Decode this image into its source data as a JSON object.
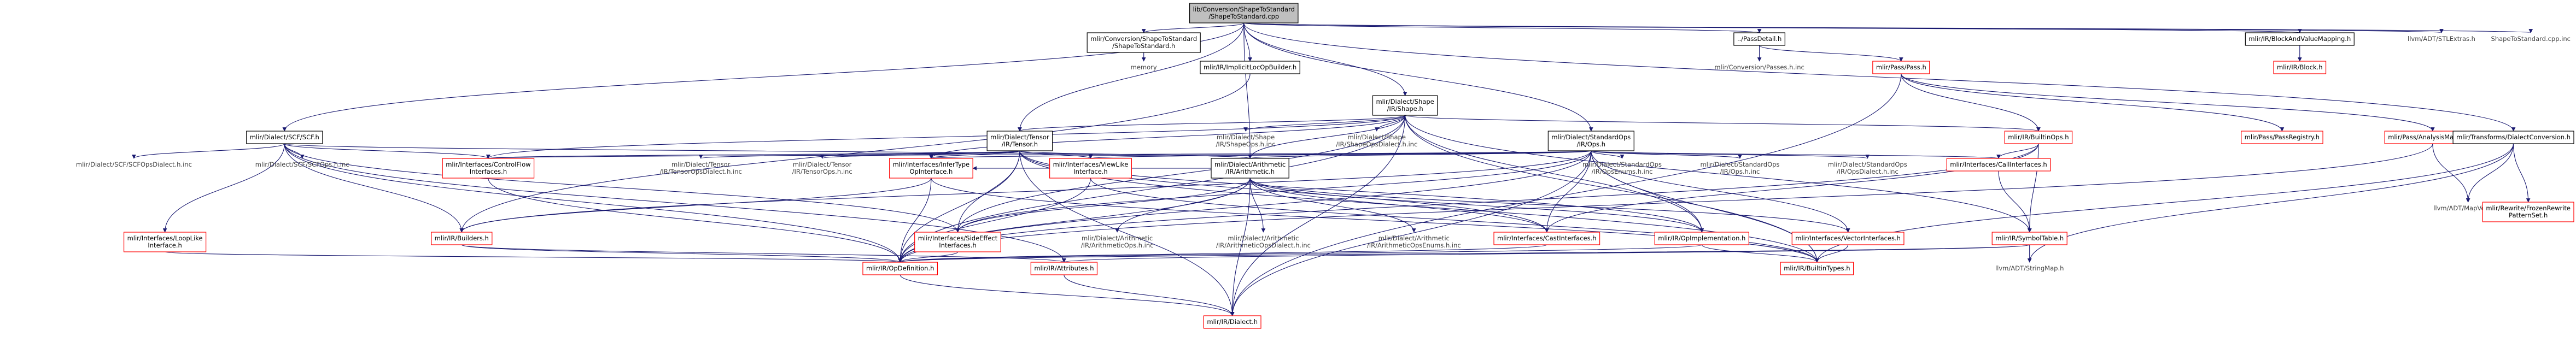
{
  "colors": {
    "edge": "#191970",
    "root_fill": "#bfbfbf",
    "root_stroke": "#000000",
    "doc_stroke": "#000000",
    "missing_stroke": "#bfbfbf",
    "red_stroke": "#ff0000",
    "text": "#000000",
    "muted_text": "#404040"
  },
  "nodes": [
    {
      "id": "root",
      "lines": [
        "lib/Conversion/ShapeToStandard",
        "/ShapeToStandard.cpp"
      ],
      "kind": "root",
      "col": 1398,
      "row": 0
    },
    {
      "id": "stdconv",
      "lines": [
        "mlir/Conversion/ShapeToStandard",
        "/ShapeToStandard.h"
      ],
      "kind": "doc",
      "col": 1285,
      "row": 1
    },
    {
      "id": "memory",
      "lines": [
        "memory"
      ],
      "kind": "missing",
      "col": 1285,
      "row": 2
    },
    {
      "id": "implicitloc",
      "lines": [
        "mlir/IR/ImplicitLocOpBuilder.h"
      ],
      "kind": "doc",
      "col": 1405,
      "row": 2
    },
    {
      "id": "shape",
      "lines": [
        "mlir/Dialect/Shape",
        "/IR/Shape.h"
      ],
      "kind": "doc",
      "col": 1580,
      "row": 3
    },
    {
      "id": "passdetail",
      "lines": [
        "../PassDetail.h"
      ],
      "kind": "doc",
      "col": 1980,
      "row": 1
    },
    {
      "id": "convpasses",
      "lines": [
        "mlir/Conversion/Passes.h.inc"
      ],
      "kind": "missing",
      "col": 1980,
      "row": 2
    },
    {
      "id": "pass",
      "lines": [
        "mlir/Pass/Pass.h"
      ],
      "kind": "red",
      "col": 2140,
      "row": 2
    },
    {
      "id": "blockvalue",
      "lines": [
        "mlir/IR/BlockAndValueMapping.h"
      ],
      "kind": "doc",
      "col": 2590,
      "row": 1
    },
    {
      "id": "irblock",
      "lines": [
        "mlir/IR/Block.h"
      ],
      "kind": "red",
      "col": 2590,
      "row": 2
    },
    {
      "id": "stlextras",
      "lines": [
        "llvm/ADT/STLExtras.h"
      ],
      "kind": "missing",
      "col": 2750,
      "row": 1
    },
    {
      "id": "stdcppinc",
      "lines": [
        "ShapeToStandard.cpp.inc"
      ],
      "kind": "missing",
      "col": 2880,
      "row": 1
    },
    {
      "id": "scf",
      "lines": [
        "mlir/Dialect/SCF/SCF.h"
      ],
      "kind": "doc",
      "col": 315,
      "row": 4
    },
    {
      "id": "tensor",
      "lines": [
        "mlir/Dialect/Tensor",
        "/IR/Tensor.h"
      ],
      "kind": "doc",
      "col": 1145,
      "row": 4
    },
    {
      "id": "shapeops",
      "lines": [
        "mlir/Dialect/Shape",
        "/IR/ShapeOps.h.inc"
      ],
      "kind": "missing",
      "col": 1400,
      "row": 4
    },
    {
      "id": "shapeopsdialect",
      "lines": [
        "mlir/Dialect/Shape",
        "/IR/ShapeOpsDialect.h.inc"
      ],
      "kind": "missing",
      "col": 1548,
      "row": 4
    },
    {
      "id": "stdops",
      "lines": [
        "mlir/Dialect/StandardOps",
        "/IR/Ops.h"
      ],
      "kind": "doc",
      "col": 1790,
      "row": 4
    },
    {
      "id": "builtinops",
      "lines": [
        "mlir/IR/BuiltinOps.h"
      ],
      "kind": "red",
      "col": 2295,
      "row": 4
    },
    {
      "id": "passregistry",
      "lines": [
        "mlir/Pass/PassRegistry.h"
      ],
      "kind": "red",
      "col": 2570,
      "row": 4
    },
    {
      "id": "analysismgr",
      "lines": [
        "mlir/Pass/AnalysisManager.h"
      ],
      "kind": "red",
      "col": 2740,
      "row": 4
    },
    {
      "id": "dialectconv",
      "lines": [
        "mlir/Transforms/DialectConversion.h"
      ],
      "kind": "doc",
      "col": 2980,
      "row": 4
    },
    {
      "id": "scfopsdialect",
      "lines": [
        "mlir/Dialect/SCF/SCFOpsDialect.h.inc"
      ],
      "kind": "missing",
      "col": 145,
      "row": 5
    },
    {
      "id": "scfops",
      "lines": [
        "mlir/Dialect/SCF/SCFOps.h.inc"
      ],
      "kind": "missing",
      "col": 335,
      "row": 5
    },
    {
      "id": "controlflow",
      "lines": [
        "mlir/Interfaces/ControlFlow",
        "Interfaces.h"
      ],
      "kind": "red",
      "col": 545,
      "row": 5
    },
    {
      "id": "tensoropsdialect",
      "lines": [
        "mlir/Dialect/Tensor",
        "/IR/TensorOpsDialect.h.inc"
      ],
      "kind": "missing",
      "col": 785,
      "row": 5
    },
    {
      "id": "tensoropsinc",
      "lines": [
        "mlir/Dialect/Tensor",
        "/IR/TensorOps.h.inc"
      ],
      "kind": "missing",
      "col": 922,
      "row": 5
    },
    {
      "id": "infertype",
      "lines": [
        "mlir/Interfaces/InferType",
        "OpInterface.h"
      ],
      "kind": "red",
      "col": 1045,
      "row": 5
    },
    {
      "id": "viewlike",
      "lines": [
        "mlir/Interfaces/ViewLike",
        "Interface.h"
      ],
      "kind": "red",
      "col": 1225,
      "row": 5
    },
    {
      "id": "arith",
      "lines": [
        "mlir/Dialect/Arithmetic",
        "/IR/Arithmetic.h"
      ],
      "kind": "doc",
      "col": 1405,
      "row": 5
    },
    {
      "id": "stdopsenums",
      "lines": [
        "mlir/Dialect/StandardOps",
        "/IR/OpsEnums.h.inc"
      ],
      "kind": "missing",
      "col": 1825,
      "row": 5
    },
    {
      "id": "stdopsinc",
      "lines": [
        "mlir/Dialect/StandardOps",
        "/IR/Ops.h.inc"
      ],
      "kind": "missing",
      "col": 1958,
      "row": 5
    },
    {
      "id": "stdopsdialect",
      "lines": [
        "mlir/Dialect/StandardOps",
        "/IR/OpsDialect.h.inc"
      ],
      "kind": "missing",
      "col": 2102,
      "row": 5
    },
    {
      "id": "callinterfaces",
      "lines": [
        "mlir/Interfaces/CallInterfaces.h"
      ],
      "kind": "red",
      "col": 2250,
      "row": 5
    },
    {
      "id": "mapvector",
      "lines": [
        "llvm/ADT/MapVector.h"
      ],
      "kind": "missing",
      "col": 2780,
      "row": 6
    },
    {
      "id": "frozenpatterns",
      "lines": [
        "mlir/Rewrite/FrozenRewrite",
        "PatternSet.h"
      ],
      "kind": "red",
      "col": 2985,
      "row": 6
    },
    {
      "id": "looplike",
      "lines": [
        "mlir/Interfaces/LoopLike",
        "Interface.h"
      ],
      "kind": "red",
      "col": 180,
      "row": 7
    },
    {
      "id": "builders",
      "lines": [
        "mlir/IR/Builders.h"
      ],
      "kind": "red",
      "col": 515,
      "row": 7
    },
    {
      "id": "sideeffect",
      "lines": [
        "mlir/Interfaces/SideEffect",
        "Interfaces.h"
      ],
      "kind": "red",
      "col": 1075,
      "row": 7
    },
    {
      "id": "arithops",
      "lines": [
        "mlir/Dialect/Arithmetic",
        "/IR/ArithmeticOps.h.inc"
      ],
      "kind": "missing",
      "col": 1255,
      "row": 7
    },
    {
      "id": "arithopsdialect",
      "lines": [
        "mlir/Dialect/Arithmetic",
        "/IR/ArithmeticOpsDialect.h.inc"
      ],
      "kind": "missing",
      "col": 1420,
      "row": 7
    },
    {
      "id": "arithopsenums",
      "lines": [
        "mlir/Dialect/Arithmetic",
        "/IR/ArithmeticOpsEnums.h.inc"
      ],
      "kind": "missing",
      "col": 1590,
      "row": 7
    },
    {
      "id": "castinterfaces",
      "lines": [
        "mlir/Interfaces/CastInterfaces.h"
      ],
      "kind": "red",
      "col": 1740,
      "row": 7
    },
    {
      "id": "opimpl",
      "lines": [
        "mlir/IR/OpImplementation.h"
      ],
      "kind": "red",
      "col": 1915,
      "row": 7
    },
    {
      "id": "vectorinterfaces",
      "lines": [
        "mlir/Interfaces/VectorInterfaces.h"
      ],
      "kind": "red",
      "col": 2080,
      "row": 7
    },
    {
      "id": "symboltable",
      "lines": [
        "mlir/IR/SymbolTable.h"
      ],
      "kind": "red",
      "col": 2285,
      "row": 7
    },
    {
      "id": "opdefinition",
      "lines": [
        "mlir/IR/OpDefinition.h"
      ],
      "kind": "red",
      "col": 1010,
      "row": 8
    },
    {
      "id": "attributes",
      "lines": [
        "mlir/IR/Attributes.h"
      ],
      "kind": "red",
      "col": 1195,
      "row": 8
    },
    {
      "id": "builtintypes",
      "lines": [
        "mlir/IR/BuiltinTypes.h"
      ],
      "kind": "red",
      "col": 2045,
      "row": 8
    },
    {
      "id": "stringmap",
      "lines": [
        "llvm/ADT/StringMap.h"
      ],
      "kind": "missing",
      "col": 2285,
      "row": 8
    },
    {
      "id": "dialect",
      "lines": [
        "mlir/IR/Dialect.h"
      ],
      "kind": "red",
      "col": 1385,
      "row": 9
    }
  ],
  "edges": [
    [
      "root",
      "stdconv"
    ],
    [
      "root",
      "implicitloc"
    ],
    [
      "root",
      "shape"
    ],
    [
      "root",
      "tensor"
    ],
    [
      "root",
      "stdops"
    ],
    [
      "root",
      "arith"
    ],
    [
      "root",
      "scf"
    ],
    [
      "root",
      "passdetail"
    ],
    [
      "root",
      "blockvalue"
    ],
    [
      "root",
      "stlextras"
    ],
    [
      "root",
      "stdcppinc"
    ],
    [
      "root",
      "dialectconv"
    ],
    [
      "stdconv",
      "memory"
    ],
    [
      "implicitloc",
      "builders"
    ],
    [
      "passdetail",
      "convpasses"
    ],
    [
      "passdetail",
      "pass"
    ],
    [
      "pass",
      "passregistry"
    ],
    [
      "pass",
      "analysismgr"
    ],
    [
      "pass",
      "builtinops"
    ],
    [
      "pass",
      "dialect"
    ],
    [
      "blockvalue",
      "irblock"
    ],
    [
      "shape",
      "shapeops"
    ],
    [
      "shape",
      "shapeopsdialect"
    ],
    [
      "shape",
      "builtinops"
    ],
    [
      "shape",
      "tensor"
    ],
    [
      "shape",
      "controlflow"
    ],
    [
      "shape",
      "infertype"
    ],
    [
      "shape",
      "sideeffect"
    ],
    [
      "shape",
      "opdefinition"
    ],
    [
      "shape",
      "opimpl"
    ],
    [
      "shape",
      "symboltable"
    ],
    [
      "shape",
      "builtintypes"
    ],
    [
      "shape",
      "arith"
    ],
    [
      "shape",
      "dialect"
    ],
    [
      "scf",
      "scfopsdialect"
    ],
    [
      "scf",
      "scfops"
    ],
    [
      "scf",
      "controlflow"
    ],
    [
      "scf",
      "looplike"
    ],
    [
      "scf",
      "builders"
    ],
    [
      "scf",
      "sideeffect"
    ],
    [
      "scf",
      "arith"
    ],
    [
      "scf",
      "opdefinition"
    ],
    [
      "scf",
      "attributes"
    ],
    [
      "tensor",
      "tensoropsdialect"
    ],
    [
      "tensor",
      "tensoropsinc"
    ],
    [
      "tensor",
      "infertype"
    ],
    [
      "tensor",
      "viewlike"
    ],
    [
      "tensor",
      "controlflow"
    ],
    [
      "tensor",
      "castinterfaces"
    ],
    [
      "tensor",
      "sideeffect"
    ],
    [
      "tensor",
      "builtintypes"
    ],
    [
      "tensor",
      "opdefinition"
    ],
    [
      "tensor",
      "arith"
    ],
    [
      "tensor",
      "dialect"
    ],
    [
      "tensor",
      "opimpl"
    ],
    [
      "stdops",
      "stdopsenums"
    ],
    [
      "stdops",
      "stdopsinc"
    ],
    [
      "stdops",
      "stdopsdialect"
    ],
    [
      "stdops",
      "callinterfaces"
    ],
    [
      "stdops",
      "arith"
    ],
    [
      "stdops",
      "controlflow"
    ],
    [
      "stdops",
      "castinterfaces"
    ],
    [
      "stdops",
      "sideeffect"
    ],
    [
      "stdops",
      "vectorinterfaces"
    ],
    [
      "stdops",
      "opimpl"
    ],
    [
      "stdops",
      "builders"
    ],
    [
      "stdops",
      "infertype"
    ],
    [
      "stdops",
      "viewlike"
    ],
    [
      "stdops",
      "builtintypes"
    ],
    [
      "stdops",
      "dialect"
    ],
    [
      "stdops",
      "opdefinition"
    ],
    [
      "builtinops",
      "symboltable"
    ],
    [
      "builtinops",
      "opdefinition"
    ],
    [
      "builtinops",
      "callinterfaces"
    ],
    [
      "builtinops",
      "castinterfaces"
    ],
    [
      "analysismgr",
      "mapvector"
    ],
    [
      "analysismgr",
      "opdefinition"
    ],
    [
      "dialectconv",
      "frozenpatterns"
    ],
    [
      "dialectconv",
      "mapvector"
    ],
    [
      "dialectconv",
      "stringmap"
    ],
    [
      "dialectconv",
      "builtintypes"
    ],
    [
      "arith",
      "arithops"
    ],
    [
      "arith",
      "arithopsdialect"
    ],
    [
      "arith",
      "arithopsenums"
    ],
    [
      "arith",
      "castinterfaces"
    ],
    [
      "arith",
      "sideeffect"
    ],
    [
      "arith",
      "vectorinterfaces"
    ],
    [
      "arith",
      "infertype"
    ],
    [
      "arith",
      "opimpl"
    ],
    [
      "arith",
      "opdefinition"
    ],
    [
      "arith",
      "dialect"
    ],
    [
      "infertype",
      "builders"
    ],
    [
      "infertype",
      "opdefinition"
    ],
    [
      "infertype",
      "builtintypes"
    ],
    [
      "viewlike",
      "opdefinition"
    ],
    [
      "viewlike",
      "builtintypes"
    ],
    [
      "controlflow",
      "opdefinition"
    ],
    [
      "looplike",
      "opdefinition"
    ],
    [
      "builders",
      "opdefinition"
    ],
    [
      "builders",
      "attributes"
    ],
    [
      "sideeffect",
      "opdefinition"
    ],
    [
      "castinterfaces",
      "opdefinition"
    ],
    [
      "opimpl",
      "opdefinition"
    ],
    [
      "opimpl",
      "builtintypes"
    ],
    [
      "vectorinterfaces",
      "builtintypes"
    ],
    [
      "symboltable",
      "opdefinition"
    ],
    [
      "symboltable",
      "stringmap"
    ],
    [
      "symboltable",
      "attributes"
    ],
    [
      "callinterfaces",
      "symboltable"
    ],
    [
      "opdefinition",
      "dialect"
    ],
    [
      "attributes",
      "dialect"
    ]
  ]
}
